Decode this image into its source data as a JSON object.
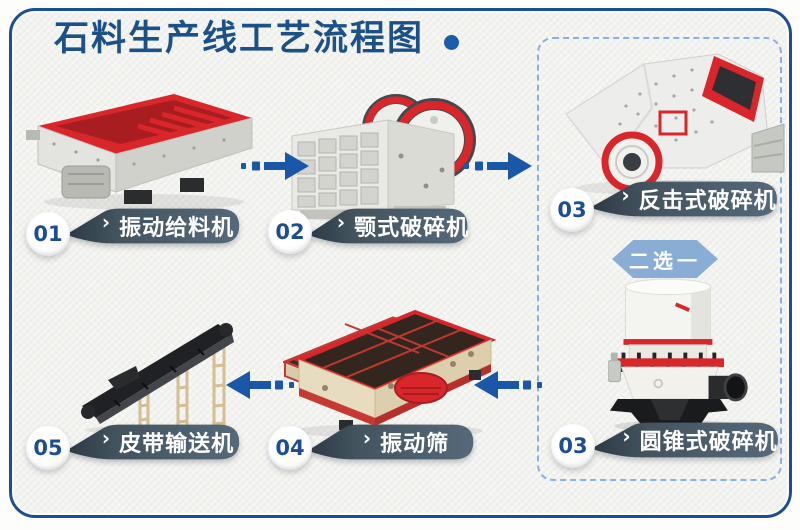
{
  "title": {
    "text": "石料生产线工艺流程图"
  },
  "chevron": "›",
  "badge": {
    "label": "二选一"
  },
  "steps": [
    {
      "number": "01",
      "label": "振动给料机",
      "machine": "vibrating-feeder"
    },
    {
      "number": "02",
      "label": "颚式破碎机",
      "machine": "jaw-crusher"
    },
    {
      "number": "03",
      "label": "反击式破碎机",
      "machine": "impact-crusher"
    },
    {
      "number": "03",
      "label": "圆锥式破碎机",
      "machine": "cone-crusher"
    },
    {
      "number": "04",
      "label": "振动筛",
      "machine": "vibrating-screen"
    },
    {
      "number": "05",
      "label": "皮带输送机",
      "machine": "belt-conveyor"
    }
  ],
  "colors": {
    "title": "#1c5187",
    "arrow_blue": "#1a57a6",
    "pill_dark": "#2d3b47",
    "pill_light": "#546879",
    "badge_blue": "#8aadd5",
    "frame_blue": "#1e4e92",
    "dashed_border": "#8cb0dc",
    "machine_red": "#d8262b",
    "background": "#f1f1ee"
  }
}
